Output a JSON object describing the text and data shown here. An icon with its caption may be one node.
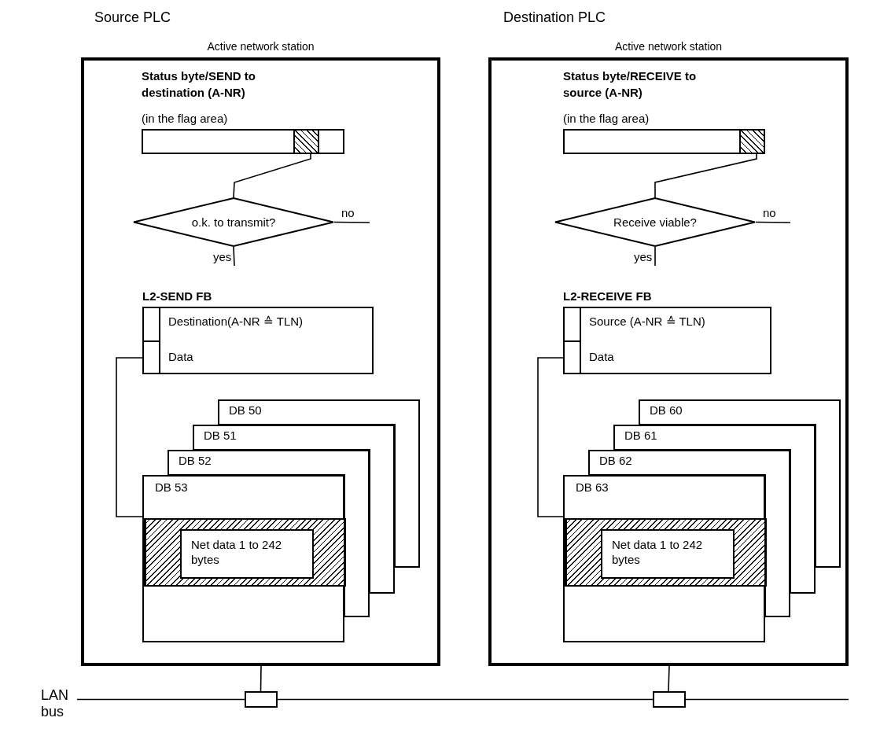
{
  "diagram": {
    "nodes": [
      {
        "text": [
          "Source PLC",
          "Active network station"
        ]
      },
      {
        "text": [
          "Status byte/SEND to destination (A-NR)",
          "(in the flag area)"
        ],
        "in": 0
      },
      {
        "text": [],
        "shape": "box",
        "in": 1
      },
      {
        "text": [
          "o.k. to transmit?"
        ],
        "in": 0
      },
      {
        "text": [
          "L2-SEND FB",
          "Destination(A-NR ≙ TLN)",
          "Data"
        ],
        "in": 0
      },
      {
        "text": [
          "DB 50"
        ],
        "in": 0
      },
      {
        "text": [
          "DB 51"
        ],
        "in": 0
      },
      {
        "text": [
          "DB 52"
        ],
        "in": 0
      },
      {
        "text": [
          "DB 53"
        ],
        "in": 0
      },
      {
        "text": [],
        "shape": "box",
        "in": 8
      },
      {
        "text": [
          "Net data 1 to 242 bytes"
        ],
        "in": 9
      },
      {
        "text": [
          "Destination PLC",
          "Active network station"
        ]
      },
      {
        "text": [
          "Status byte/RECEIVE to source (A-NR)",
          "(in the flag area)"
        ],
        "in": 11
      },
      {
        "text": [],
        "shape": "box",
        "in": 12
      },
      {
        "text": [
          "Receive viable?"
        ],
        "in": 11
      },
      {
        "text": [
          "L2-RECEIVE FB",
          "Source (A-NR ≙ TLN)",
          "Data"
        ],
        "in": 11
      },
      {
        "text": [
          "DB 60"
        ],
        "in": 11
      },
      {
        "text": [
          "DB 61"
        ],
        "in": 11
      },
      {
        "text": [
          "DB 62"
        ],
        "in": 11
      },
      {
        "text": [
          "DB 63"
        ],
        "in": 11
      },
      {
        "text": [],
        "shape": "box",
        "in": 19
      },
      {
        "text": [
          "Net data 1 to 242 bytes"
        ],
        "in": 20
      },
      {
        "text": [
          "LAN bus"
        ]
      },
      {
        "text": [],
        "shape": "box"
      },
      {
        "text": [],
        "shape": "box"
      }
    ],
    "edges": [
      {
        "from": 2,
        "to": 3,
        "arrow": "none"
      },
      {
        "from": 3,
        "to": null,
        "arrow": "none",
        "label": "no"
      },
      {
        "from": 3,
        "to": null,
        "arrow": "none",
        "label": "yes"
      },
      {
        "from": 4,
        "to": 9,
        "arrow": "none"
      },
      {
        "from": 13,
        "to": 14,
        "arrow": "none"
      },
      {
        "from": 14,
        "to": null,
        "arrow": "none",
        "label": "no"
      },
      {
        "from": 14,
        "to": null,
        "arrow": "none",
        "label": "yes"
      },
      {
        "from": 15,
        "to": 20,
        "arrow": "none"
      },
      {
        "from": 0,
        "to": 23,
        "arrow": "none"
      },
      {
        "from": 11,
        "to": 24,
        "arrow": "none"
      },
      {
        "from": 22,
        "to": 23,
        "arrow": "none"
      },
      {
        "from": 23,
        "to": 24,
        "arrow": "none"
      },
      {
        "from": 24,
        "to": null,
        "arrow": "none"
      }
    ]
  }
}
